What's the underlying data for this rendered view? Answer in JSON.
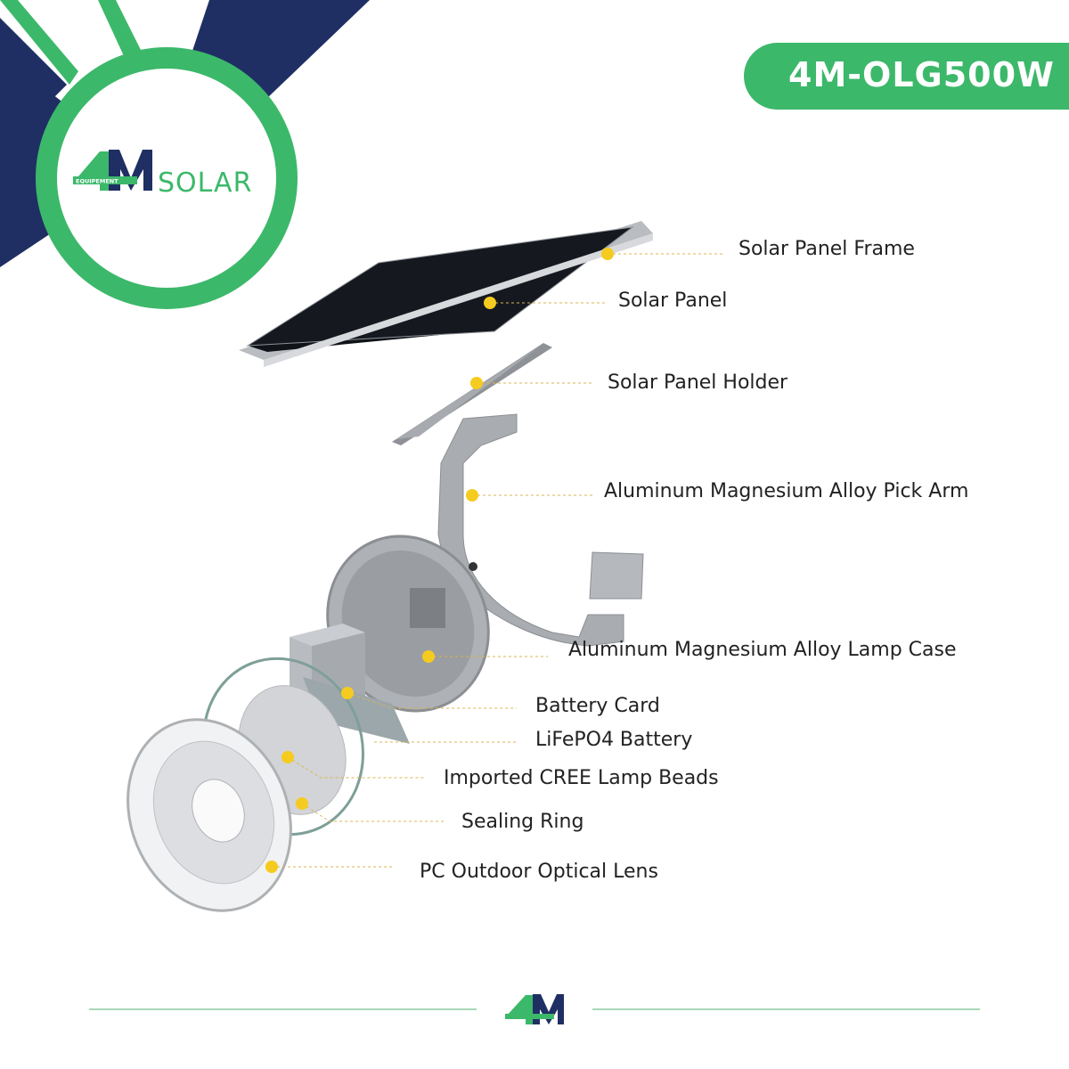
{
  "brand": {
    "logo_text": "4M",
    "logo_subtext": "EQUIPEMENT",
    "logo_word": "SOLAR"
  },
  "model_badge": "4M-OLG500W",
  "colors": {
    "green": "#3cb86a",
    "navy": "#1f2f63",
    "marker": "#f5cb1f"
  },
  "components": [
    {
      "label": "Solar Panel Frame"
    },
    {
      "label": "Solar Panel"
    },
    {
      "label": "Solar Panel Holder"
    },
    {
      "label": "Aluminum Magnesium Alloy Pick Arm"
    },
    {
      "label": "Aluminum Magnesium Alloy Lamp Case"
    },
    {
      "label": "Battery Card"
    },
    {
      "label": "LiFePO4 Battery"
    },
    {
      "label": "Imported CREE Lamp Beads"
    },
    {
      "label": "Sealing Ring"
    },
    {
      "label": "PC Outdoor Optical Lens"
    }
  ]
}
